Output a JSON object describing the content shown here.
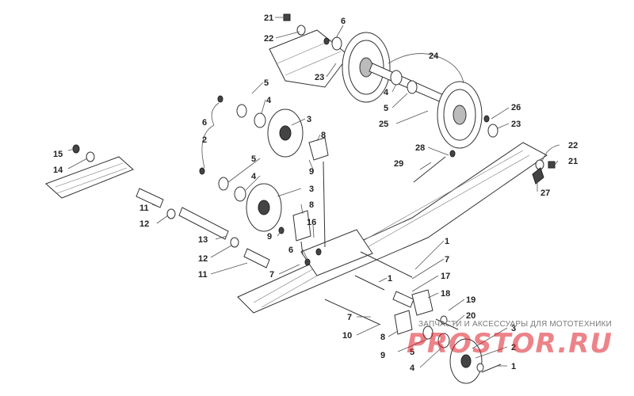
{
  "diagram": {
    "callouts": [
      {
        "id": "c21a",
        "text": "21"
      },
      {
        "id": "c22a",
        "text": "22"
      },
      {
        "id": "c6a",
        "text": "6"
      },
      {
        "id": "c24",
        "text": "24"
      },
      {
        "id": "c23a",
        "text": "23"
      },
      {
        "id": "c4a",
        "text": "4"
      },
      {
        "id": "c5a",
        "text": "5"
      },
      {
        "id": "c25",
        "text": "25"
      },
      {
        "id": "c26",
        "text": "26"
      },
      {
        "id": "c23b",
        "text": "23"
      },
      {
        "id": "c5b",
        "text": "5"
      },
      {
        "id": "c4b",
        "text": "4"
      },
      {
        "id": "c6b",
        "text": "6"
      },
      {
        "id": "c2a",
        "text": "2"
      },
      {
        "id": "c3a",
        "text": "3"
      },
      {
        "id": "c8a",
        "text": "8"
      },
      {
        "id": "c9a",
        "text": "9"
      },
      {
        "id": "c28",
        "text": "28"
      },
      {
        "id": "c29",
        "text": "29"
      },
      {
        "id": "c22b",
        "text": "22"
      },
      {
        "id": "c21b",
        "text": "21"
      },
      {
        "id": "c27",
        "text": "27"
      },
      {
        "id": "c15",
        "text": "15"
      },
      {
        "id": "c14",
        "text": "14"
      },
      {
        "id": "c5c",
        "text": "5"
      },
      {
        "id": "c4c",
        "text": "4"
      },
      {
        "id": "c3b",
        "text": "3"
      },
      {
        "id": "c8b",
        "text": "8"
      },
      {
        "id": "c16",
        "text": "16"
      },
      {
        "id": "c11a",
        "text": "11"
      },
      {
        "id": "c12a",
        "text": "12"
      },
      {
        "id": "c13",
        "text": "13"
      },
      {
        "id": "c9b",
        "text": "9"
      },
      {
        "id": "c6c",
        "text": "6"
      },
      {
        "id": "c12b",
        "text": "12"
      },
      {
        "id": "c11b",
        "text": "11"
      },
      {
        "id": "c7a",
        "text": "7"
      },
      {
        "id": "c1a",
        "text": "1"
      },
      {
        "id": "c7b",
        "text": "7"
      },
      {
        "id": "c1b",
        "text": "1"
      },
      {
        "id": "c17",
        "text": "17"
      },
      {
        "id": "c18",
        "text": "18"
      },
      {
        "id": "c19",
        "text": "19"
      },
      {
        "id": "c20",
        "text": "20"
      },
      {
        "id": "c7c",
        "text": "7"
      },
      {
        "id": "c10",
        "text": "10"
      },
      {
        "id": "c8c",
        "text": "8"
      },
      {
        "id": "c3c",
        "text": "3"
      },
      {
        "id": "c2b",
        "text": "2"
      },
      {
        "id": "c5d",
        "text": "5"
      },
      {
        "id": "c9c",
        "text": "9"
      },
      {
        "id": "c4d",
        "text": "4"
      },
      {
        "id": "c1c",
        "text": "1"
      }
    ]
  },
  "watermark": {
    "caption": "ЗАПЧАСТИ И АКСЕССУАРЫ ДЛЯ МОТОТЕХНИКИ",
    "logo": "PROSTOR.RU",
    "color": "#dc1e28"
  }
}
